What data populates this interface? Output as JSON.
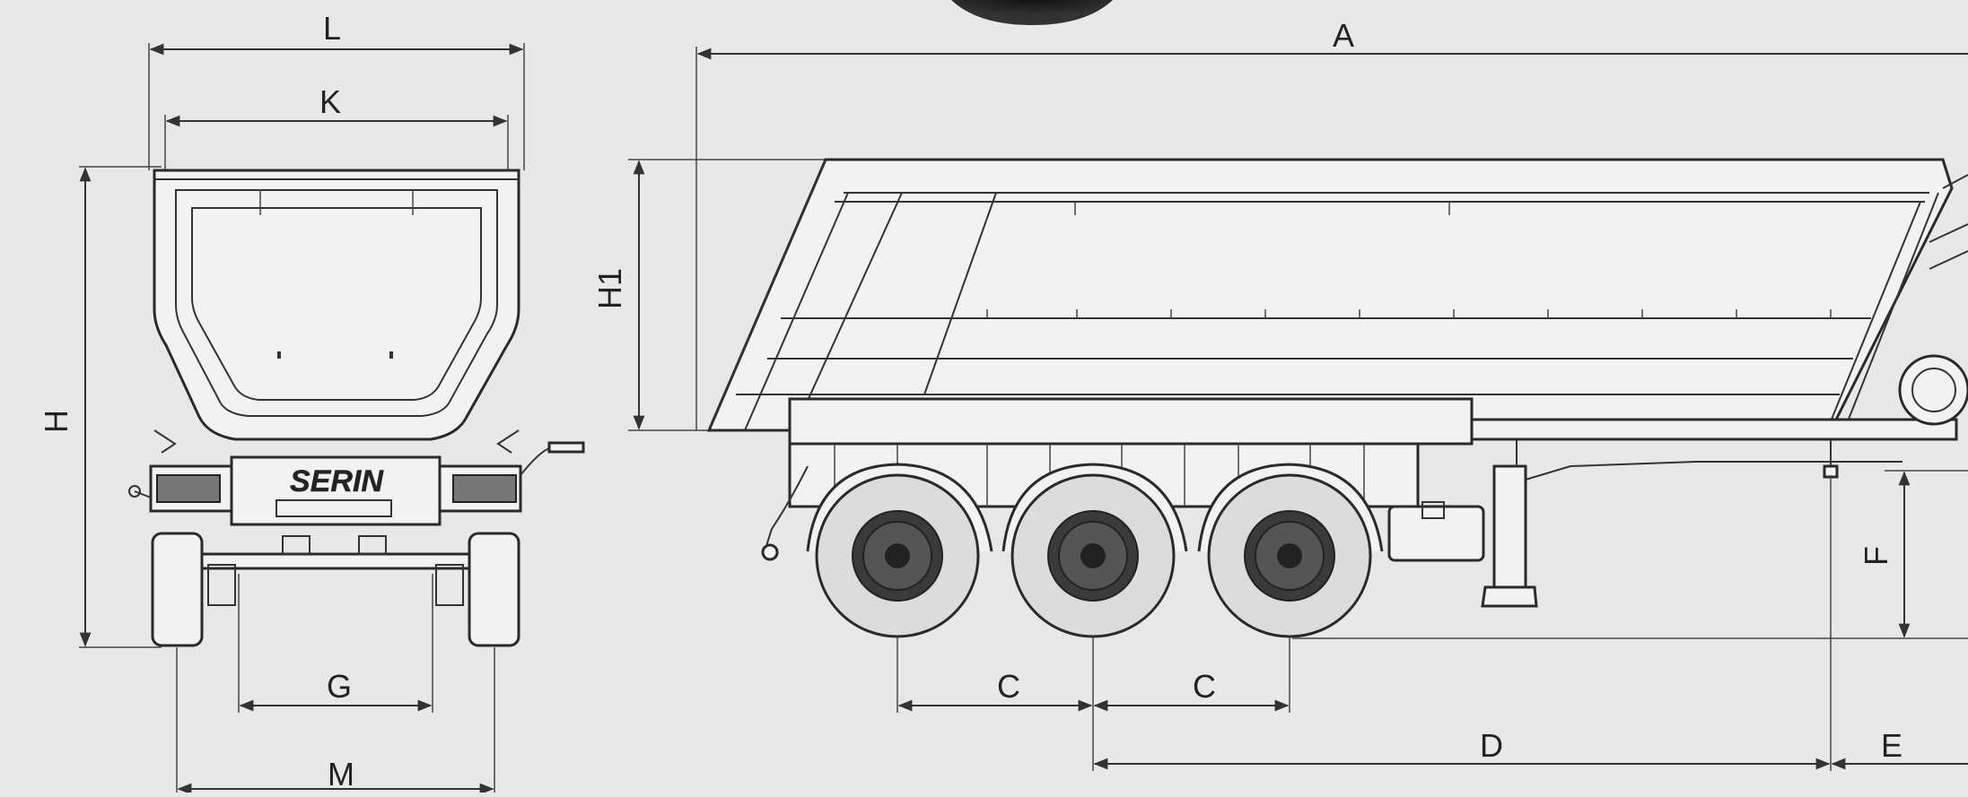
{
  "labels": {
    "L": "L",
    "K": "K",
    "H": "H",
    "G": "G",
    "M": "M",
    "A": "A",
    "H1": "H1",
    "C1": "C",
    "C2": "C",
    "D": "D",
    "E": "E",
    "F": "F"
  },
  "brand": {
    "logo_text": "SERIN"
  },
  "colors": {
    "background": "#e8e8e8",
    "line": "#2a2a2a",
    "panel": "#f2f2f2",
    "tire": "#d9d9d9",
    "hub": "#333333"
  }
}
